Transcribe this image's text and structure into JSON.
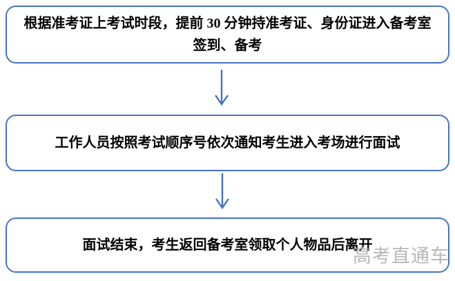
{
  "flowchart": {
    "accent_color": "#4472C4",
    "background_color": "#ffffff",
    "text_color": "#000000",
    "steps": [
      {
        "lines": [
          "根据准考证上考试时段，提前 30 分钟持准考证、身份证进入备考室",
          "签到、备考"
        ]
      },
      {
        "lines": [
          "工作人员按照考试顺序号依次通知考生进入考场进行面试"
        ]
      },
      {
        "lines": [
          "面试结束，考生返回备考室领取个人物品后离开"
        ]
      }
    ],
    "connectors": [
      {
        "type": "down-arrow"
      },
      {
        "type": "down-arrow"
      }
    ],
    "watermark": {
      "text": "高考直通车",
      "color": "#b0b0b0"
    }
  }
}
